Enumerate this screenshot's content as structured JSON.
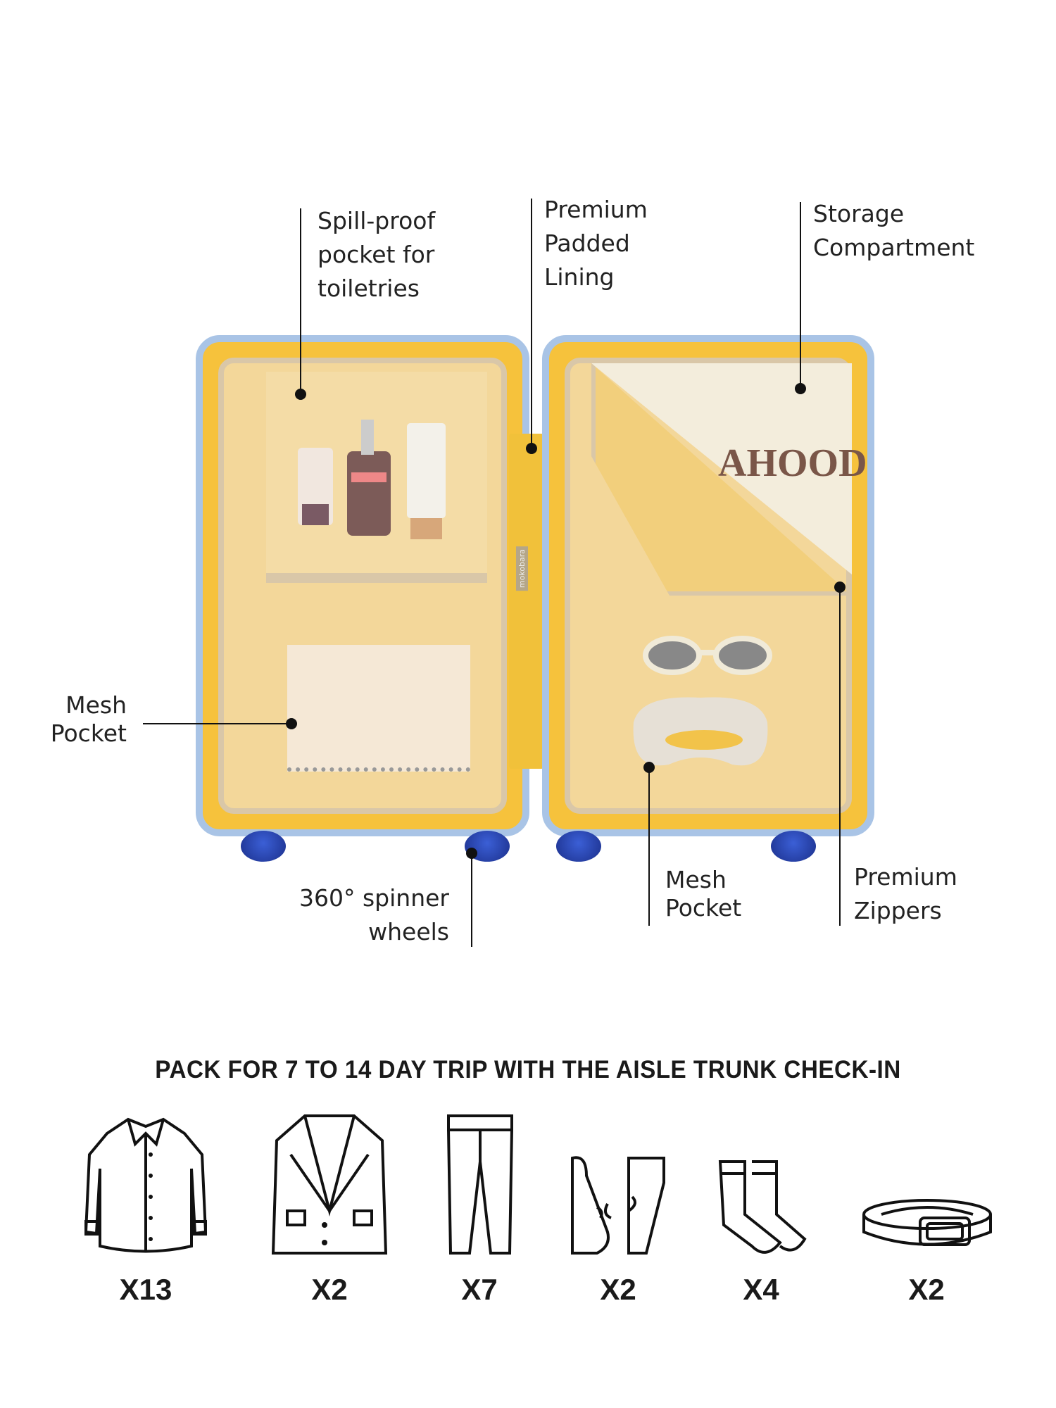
{
  "callouts": {
    "spill_proof": "Spill-proof\npocket for\ntoiletries",
    "padded_lining": "Premium\nPadded\nLining",
    "storage": "Storage\nCompartment",
    "mesh_left": "Mesh\nPocket",
    "wheels": "360° spinner\nwheels",
    "mesh_right": "Mesh\nPocket",
    "zippers": "Premium\nZippers"
  },
  "product": {
    "brand_tag": "mokobara",
    "shirt_print": "AHOOD"
  },
  "packing": {
    "heading": "PACK FOR 7 TO 14 DAY TRIP WITH THE AISLE TRUNK CHECK-IN",
    "items": [
      {
        "icon": "shirt-icon",
        "count": "X13"
      },
      {
        "icon": "blazer-icon",
        "count": "X2"
      },
      {
        "icon": "trousers-icon",
        "count": "X7"
      },
      {
        "icon": "shoes-icon",
        "count": "X2"
      },
      {
        "icon": "socks-icon",
        "count": "X4"
      },
      {
        "icon": "belt-icon",
        "count": "X2"
      }
    ]
  },
  "colors": {
    "shell": "#a9c4e6",
    "lining": "#f6c23c",
    "wheels": "#2a45b8"
  }
}
